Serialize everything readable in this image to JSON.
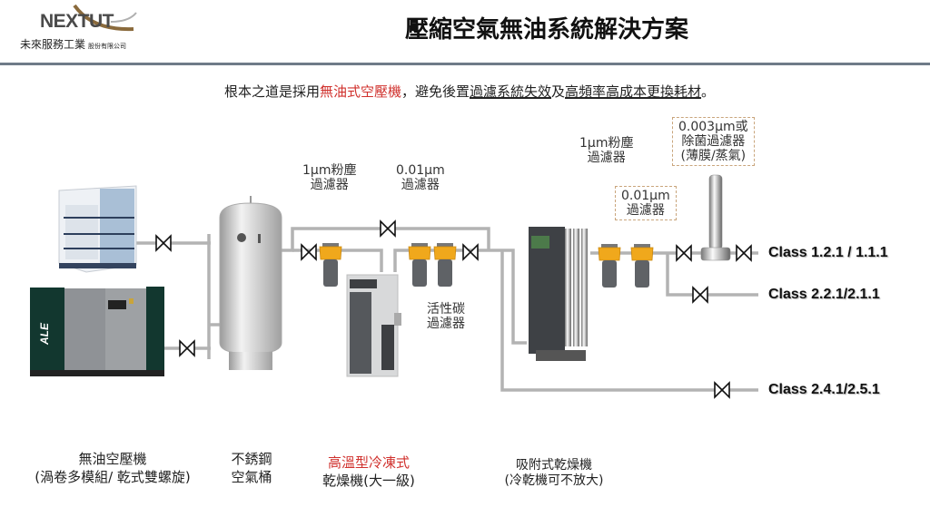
{
  "header": {
    "logo_word": "NEXTUT",
    "company_name": "未來服務工業",
    "company_suffix": "股份有限公司",
    "title": "壓縮空氣無油系統解決方案"
  },
  "subtitle": {
    "part1": "根本之道是採用",
    "highlight": "無油式空壓機",
    "part2": "，避免後置",
    "underline1": "過濾系統失效",
    "part3": "及",
    "underline2": "高頻率高成本更換耗材",
    "part4": "。",
    "highlight_color": "#d0312d"
  },
  "diagram_labels": {
    "filter_1um_a": [
      "1µm粉塵",
      "過濾器"
    ],
    "filter_001um_a": [
      "0.01µm",
      "過濾器"
    ],
    "carbon_filter": [
      "活性碳",
      "過濾器"
    ],
    "filter_1um_b": [
      "1µm粉塵",
      "過濾器"
    ],
    "filter_001um_b": [
      "0.01µm",
      "過濾器"
    ],
    "sterile_filter": [
      "0.003µm或",
      "除菌過濾器",
      "(薄膜/蒸氣)"
    ]
  },
  "outputs": [
    {
      "label": "Class 1.2.1 / 1.1.1"
    },
    {
      "label": "Class 2.2.1/2.1.1"
    },
    {
      "label": "Class 2.4.1/2.5.1"
    }
  ],
  "equipment": {
    "compressor_a": "oil-free scroll compressor",
    "compressor_b": "oil-free twin screw compressor",
    "compressor_b_brand": "ALE",
    "filter_color": "#f0a81c",
    "pipe_color": "#b3b3b3"
  },
  "bottom_labels": {
    "compressor": [
      "無油空壓機",
      "(渦卷多模組/ 乾式雙螺旋)"
    ],
    "tank": [
      "不銹鋼",
      "空氣桶"
    ],
    "refrig_dryer": [
      "高溫型冷凍式",
      "乾燥機(大一級)"
    ],
    "adsorption_dryer": [
      "吸附式乾燥機",
      "(冷乾機可不放大)"
    ]
  }
}
